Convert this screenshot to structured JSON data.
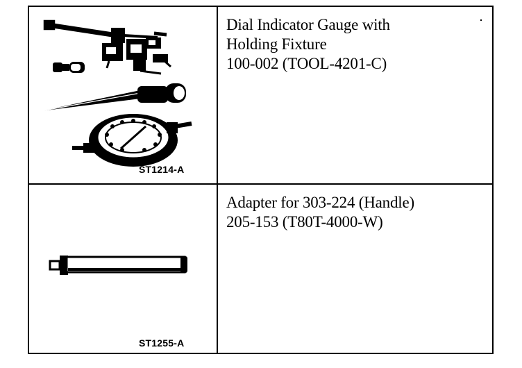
{
  "tools": [
    {
      "lines": [
        "Dial Indicator Gauge with",
        "Holding Fixture",
        "100-002 (TOOL-4201-C)"
      ],
      "image_code": "ST1214-A",
      "icon": "dial-indicator-gauge-illustration"
    },
    {
      "lines": [
        "Adapter for 303-224 (Handle)",
        "205-153 (T80T-4000-W)"
      ],
      "image_code": "ST1255-A",
      "icon": "handle-adapter-illustration"
    }
  ]
}
